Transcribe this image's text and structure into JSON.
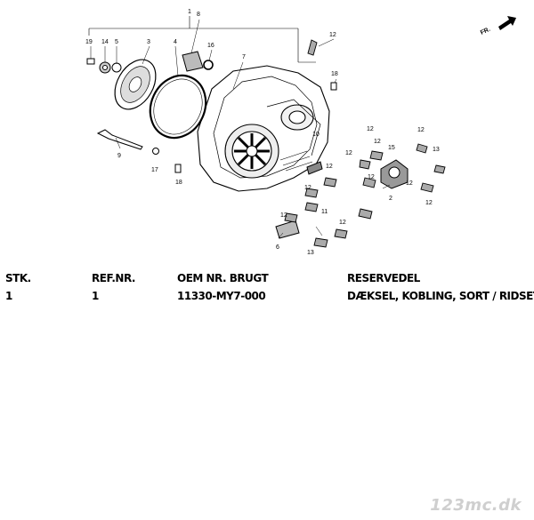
{
  "diagram": {
    "direction_label": "FR.",
    "callouts": [
      "1",
      "2",
      "3",
      "4",
      "5",
      "6",
      "7",
      "8",
      "9",
      "10",
      "11",
      "12",
      "13",
      "14",
      "15",
      "16",
      "17",
      "18",
      "19"
    ]
  },
  "table": {
    "headers": [
      "STK.",
      "REF.NR.",
      "OEM NR. BRUGT",
      "RESERVEDEL"
    ],
    "rows": [
      [
        "1",
        "1",
        "11330-MY7-000",
        "DÆKSEL, KOBLING, SORT / RIDSET"
      ]
    ]
  },
  "watermark": "123mc.dk"
}
